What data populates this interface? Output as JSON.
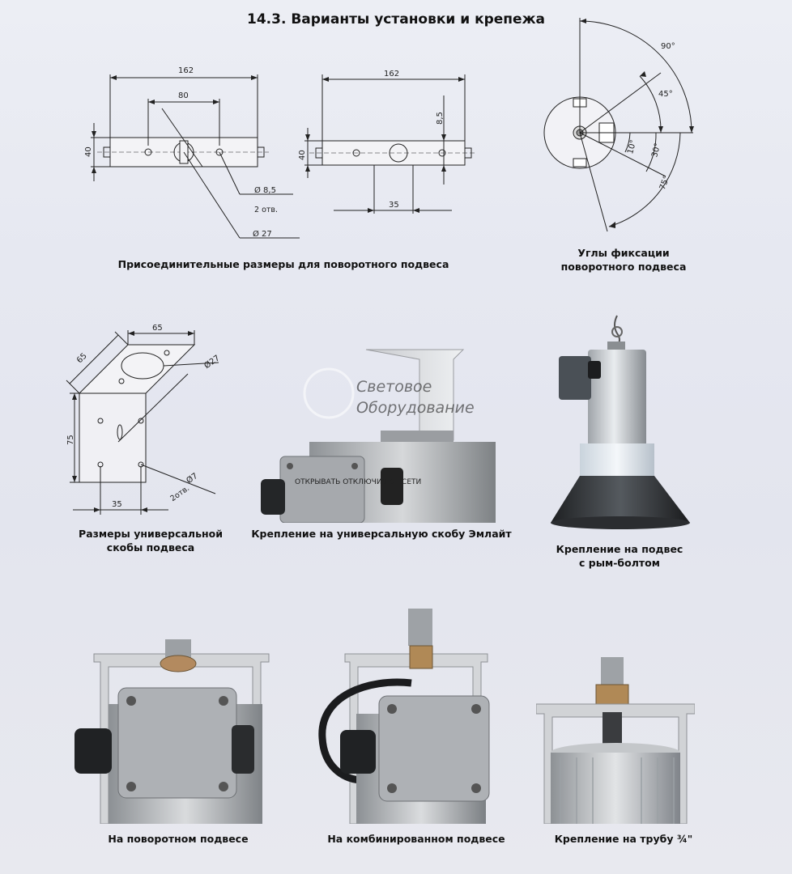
{
  "page": {
    "title": "14.3. Варианты установки и крепежа"
  },
  "drawings": {
    "rotary_left": {
      "dim_162": "162",
      "dim_80": "80",
      "dim_40": "40",
      "hole_dia": "Ø   8,5",
      "hole_count": "2 отв.",
      "center_dia": "Ø   27"
    },
    "rotary_right": {
      "dim_162": "162",
      "dim_8_5": "8,5",
      "dim_40": "40",
      "dim_35": "35"
    },
    "angles": {
      "a90": "90°",
      "a45": "45°",
      "a10": "10°",
      "a30": "30°",
      "a75": "75°"
    },
    "bracket": {
      "dim_65_top": "65",
      "dim_65_side": "65",
      "dim_27": "Ø27",
      "dim_75": "75",
      "dim_7": "Ø7",
      "holes": "2отв.",
      "dim_35": "35"
    }
  },
  "photos": {
    "mount_box_label": "ОТКРЫВАТЬ ОТКЛЮЧИВ ОТ СЕТИ",
    "watermark_line1": "Световое",
    "watermark_line2": "Оборудование"
  },
  "captions": {
    "rotary_dims": "Присоединительные размеры для поворотного подвеса",
    "fix_angles_1": "Углы фиксации",
    "fix_angles_2": "поворотного подвеса",
    "bracket_dims_1": "Размеры универсальной",
    "bracket_dims_2": "скобы подвеса",
    "universal_mount": "Крепление на универсальную скобу Эмлайт",
    "eyebolt_1": "Крепление на подвес",
    "eyebolt_2": "с рым-болтом",
    "on_rotary": "На поворотном подвесе",
    "on_combined": "На комбинированном подвесе",
    "on_pipe": "Крепление на трубу ¾\""
  }
}
